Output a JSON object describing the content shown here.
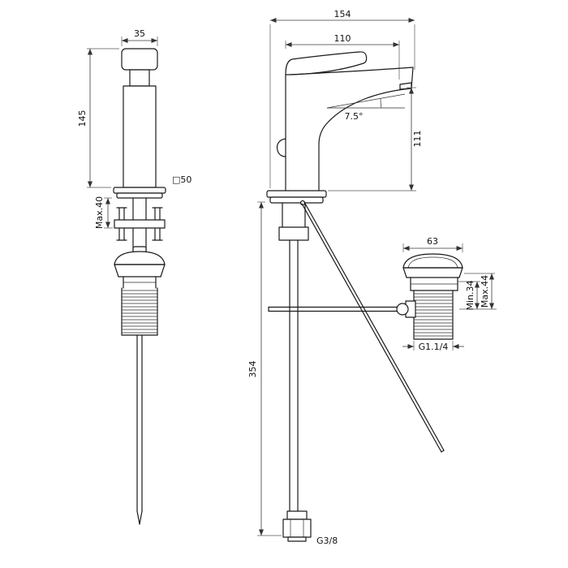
{
  "front_view": {
    "width": "35",
    "height": "145",
    "body_square": "□50",
    "deck_max": "Max.40"
  },
  "side_view": {
    "total_depth": "154",
    "spout_reach": "110",
    "spout_angle": "7.5°",
    "spout_height": "111",
    "hose_length": "354",
    "inlet_thread": "G3/8"
  },
  "drain_view": {
    "cap_diameter": "63",
    "min_height": "Min.34",
    "max_height": "Max.44",
    "waste_thread": "G1.1/4"
  }
}
